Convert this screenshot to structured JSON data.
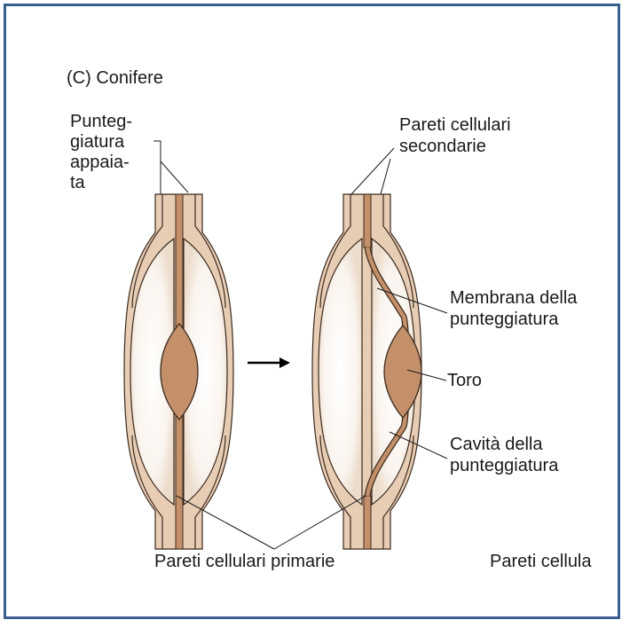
{
  "panel_title": "(C)  Conifere",
  "labels": {
    "pit_pair": [
      "Punteg-",
      "giatura",
      "appaia-",
      "ta"
    ],
    "secondary_walls": [
      "Pareti cellulari",
      "secondarie"
    ],
    "pit_membrane": [
      "Membrana della",
      "punteggiatura"
    ],
    "torus": "Toro",
    "pit_cavity": [
      "Cavità della",
      "punteggiatura"
    ],
    "primary_walls": "Pareti cellulari primarie",
    "primary_walls_cut": "Pareti cellula"
  },
  "icons": {
    "arrow": "right-arrow-icon"
  },
  "colors": {
    "frame": "#3a5f8f",
    "wall_fill": "#e8cdb5",
    "torus_fill": "#c4906a",
    "cavity_light": "#ffffff",
    "cavity_edge": "#efe3d6",
    "stroke": "#3b2a1e"
  }
}
